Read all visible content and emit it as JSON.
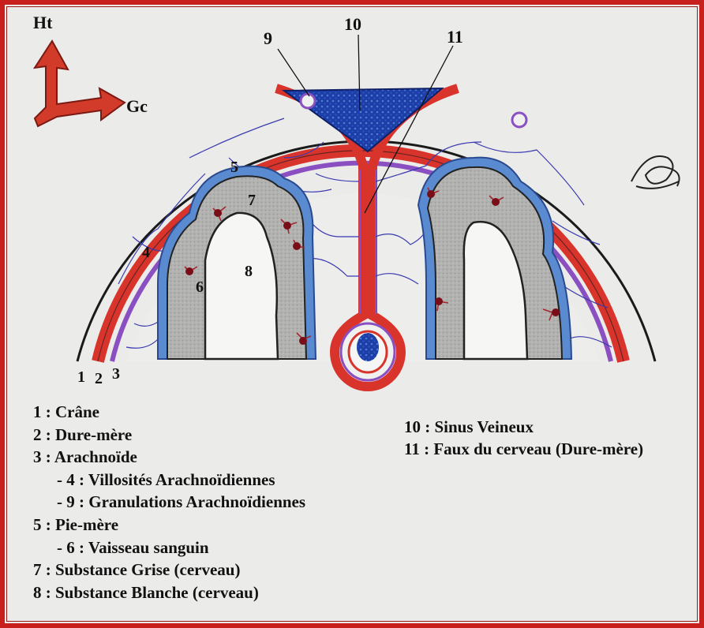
{
  "orientation": {
    "up_label": "Ht",
    "side_label": "Gc"
  },
  "labels": {
    "n1": "1",
    "n2": "2",
    "n3": "3",
    "n4": "4",
    "n5": "5",
    "n6": "6",
    "n7": "7",
    "n8": "8",
    "n9": "9",
    "n10": "10",
    "n11": "11"
  },
  "legend_left": [
    {
      "text": "1 : Crâne",
      "indent": false
    },
    {
      "text": "2 : Dure-mère",
      "indent": false
    },
    {
      "text": "3 : Arachnoïde",
      "indent": false
    },
    {
      "text": "- 4 : Villosités Arachnoïdiennes",
      "indent": true
    },
    {
      "text": "- 9 : Granulations Arachnoïdiennes",
      "indent": true
    },
    {
      "text": "5 : Pie-mère",
      "indent": false
    },
    {
      "text": "- 6 : Vaisseau sanguin",
      "indent": true
    },
    {
      "text": "7 : Substance Grise (cerveau)",
      "indent": false
    },
    {
      "text": "8 : Substance Blanche (cerveau)",
      "indent": false
    }
  ],
  "legend_right": [
    "10 : Sinus Veineux",
    "11 : Faux du cerveau (Dure-mère)"
  ],
  "colors": {
    "frame": "#c8201c",
    "background": "#ebebe9",
    "dura": "#d8342c",
    "arachnoid": "#8a4fc0",
    "pia": "#4f86c8",
    "grey_matter": "#a9a9a9",
    "white_matter": "#f6f6f4",
    "sinus": "#1a3fa8",
    "vessel": "#8a1a22"
  }
}
